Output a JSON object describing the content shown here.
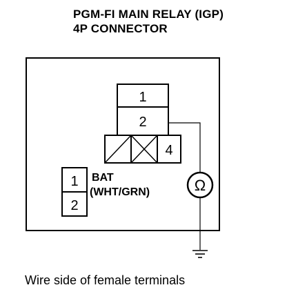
{
  "title": {
    "line1": "PGM-FI MAIN RELAY (IGP)",
    "line2": "4P CONNECTOR"
  },
  "connector_4p": {
    "pins": [
      "1",
      "2",
      "4"
    ]
  },
  "connector_2p": {
    "pins": [
      "1",
      "2"
    ],
    "label_line1": "BAT",
    "label_line2": "(WHT/GRN)"
  },
  "meter_symbol": "Ω",
  "caption": "Wire side of female terminals",
  "icons": {
    "meter": "ohmmeter-icon",
    "ground": "ground-icon"
  }
}
